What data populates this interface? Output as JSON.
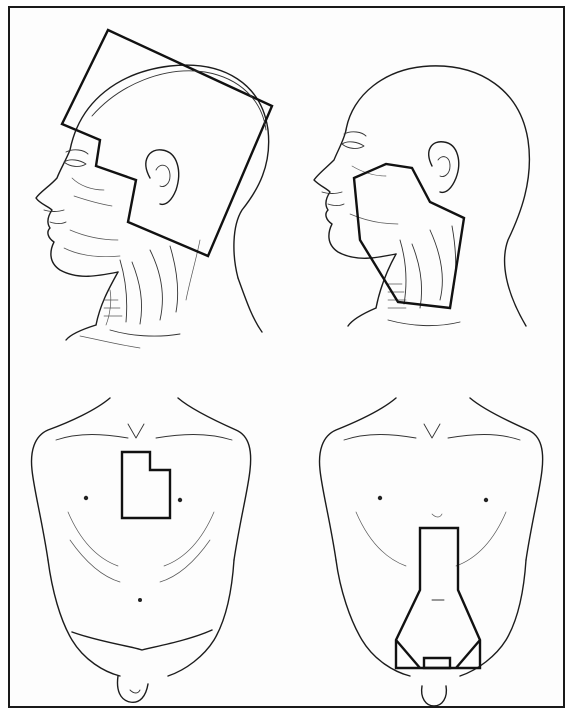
{
  "figure": {
    "panels": [
      {
        "id": "head-lateral-large-field",
        "icon": "head-profile-icon"
      },
      {
        "id": "head-lateral-oblique-field",
        "icon": "head-profile-icon"
      },
      {
        "id": "chest-mediastinal-field",
        "icon": "torso-icon"
      },
      {
        "id": "abdomen-inverted-y-field",
        "icon": "torso-icon"
      }
    ],
    "colors": {
      "ink": "#1c1c1c",
      "background": "#ffffff",
      "frame": "#1a1a1a"
    }
  }
}
